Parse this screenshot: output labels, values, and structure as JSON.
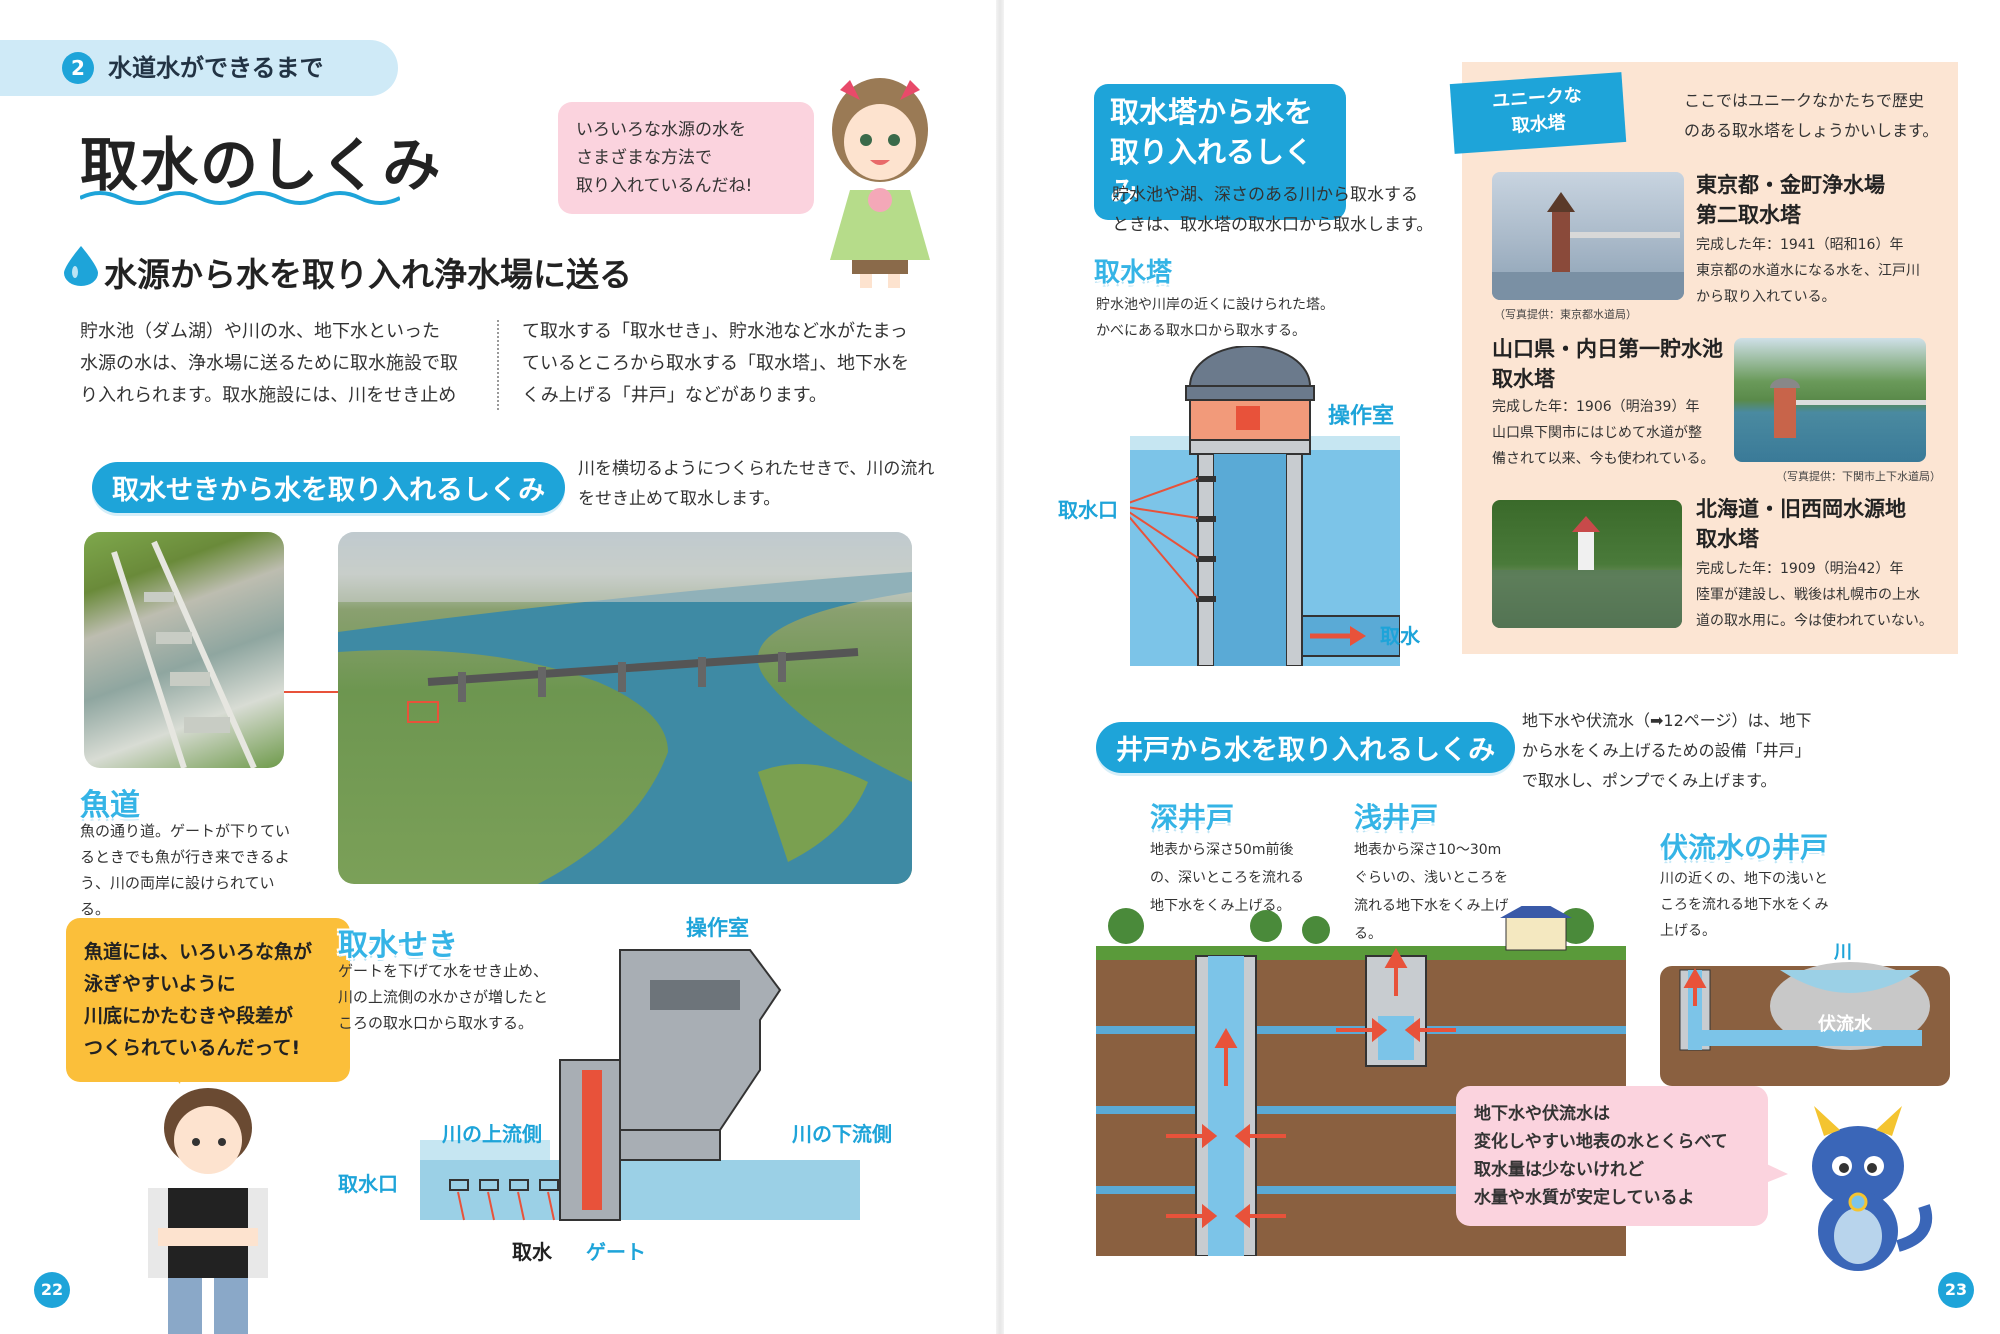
{
  "chapter": {
    "number": "2",
    "title": "水道水ができるまで"
  },
  "page_title": "取水のしくみ",
  "girl_speech": [
    "いろいろな水源の水を",
    "さまざまな方法で",
    "取り入れているんだね!"
  ],
  "section": {
    "title": "水源から水を取り入れ浄水場に送る",
    "body_left": [
      "貯水池（ダム湖）や川の水、地下水といった",
      "水源の水は、浄水場に送るために取水施設で取",
      "り入れられます。取水施設には、川をせき止め"
    ],
    "body_right": [
      "て取水する「取水せき」、貯水池など水がたまっ",
      "ているところから取水する「取水塔」、地下水を",
      "くみ上げる「井戸」などがあります。"
    ]
  },
  "weir": {
    "pill": "取水せきから水を取り入れるしくみ",
    "desc": [
      "川を横切るようにつくられたせきで、川の流れ",
      "をせき止めて取水します。"
    ],
    "fishway_label": "魚道",
    "fishway_desc": [
      "魚の通り道。ゲートが下りてい",
      "るときでも魚が行き来できるよ",
      "う、川の両岸に設けられている。"
    ],
    "boy_speech": [
      "魚道には、いろいろな魚が",
      "泳ぎやすいように",
      "川底にかたむきや段差が",
      "つくられているんだって!"
    ],
    "weir_label": "取水せき",
    "weir_desc": [
      "ゲートを下げて水をせき止め、",
      "川の上流側の水かさが増したと",
      "ころの取水口から取水する。"
    ],
    "diagram": {
      "control_room": "操作室",
      "upstream": "川の上流側",
      "downstream": "川の下流側",
      "intake": "取水口",
      "water_in": "取水",
      "gate": "ゲート"
    }
  },
  "tower": {
    "pill": [
      "取水塔から水を",
      "取り入れるしくみ"
    ],
    "desc": [
      "貯水池や湖、深さのある川から取水する",
      "ときは、取水塔の取水口から取水します。"
    ],
    "label": "取水塔",
    "label_desc": [
      "貯水池や川岸の近くに設けられた塔。",
      "かべにある取水口から取水する。"
    ],
    "diagram": {
      "control_room": "操作室",
      "intake": "取水口",
      "water_in": "取水"
    }
  },
  "unique": {
    "ribbon": [
      "ユニークな",
      "取水塔"
    ],
    "intro": [
      "ここではユニークなかたちで歴史",
      "のある取水塔をしょうかいします。"
    ],
    "items": [
      {
        "name": [
          "東京都・金町浄水場",
          "第二取水塔"
        ],
        "text": [
          "完成した年：1941（昭和16）年",
          "東京都の水道水になる水を、江戸川",
          "から取り入れている。"
        ],
        "credit": "（写真提供：東京都水道局）"
      },
      {
        "name": [
          "山口県・内日第一貯水池",
          "取水塔"
        ],
        "text": [
          "完成した年：1906（明治39）年",
          "山口県下関市にはじめて水道が整",
          "備されて以来、今も使われている。"
        ],
        "credit": "（写真提供：下関市上下水道局）"
      },
      {
        "name": [
          "北海道・旧西岡水源地",
          "取水塔"
        ],
        "text": [
          "完成した年：1909（明治42）年",
          "陸軍が建設し、戦後は札幌市の上水",
          "道の取水用に。今は使われていない。"
        ],
        "credit": ""
      }
    ]
  },
  "well": {
    "pill": "井戸から水を取り入れるしくみ",
    "desc": [
      "地下水や伏流水（➡12ページ）は、地下",
      "から水をくみ上げるための設備「井戸」",
      "で取水し、ポンプでくみ上げます。"
    ],
    "deep_label": "深井戸",
    "deep_desc": [
      "地表から深さ50m前後",
      "の、深いところを流れる",
      "地下水をくみ上げる。"
    ],
    "shallow_label": "浅井戸",
    "shallow_desc": [
      "地表から深さ10～30m",
      "ぐらいの、浅いところを",
      "流れる地下水をくみ上げ",
      "る。"
    ],
    "subsurface_label": "伏流水の井戸",
    "subsurface_desc": [
      "川の近くの、地下の浅いと",
      "ころを流れる地下水をくみ",
      "上げる。"
    ],
    "river_label": "川",
    "subsurface_water": "伏流水",
    "dragon_speech": [
      "地下水や伏流水は",
      "変化しやすい地表の水とくらべて",
      "取水量は少ないけれど",
      "水量や水質が安定しているよ"
    ]
  },
  "page_numbers": {
    "left": "22",
    "right": "23"
  },
  "colors": {
    "accent": "#1ea4d9",
    "pink": "#fbd3de",
    "yellow": "#fbbf3a",
    "peach": "#fce5d3",
    "red": "#e8523a"
  }
}
